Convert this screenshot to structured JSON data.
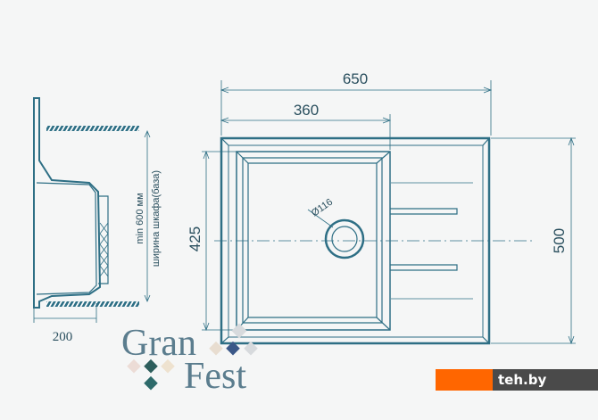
{
  "dimensions": {
    "total_width": "650",
    "bowl_width": "360",
    "total_depth": "500",
    "bowl_depth": "425",
    "side_depth": "200",
    "drain_diameter": "Ø116",
    "cabinet_min": "min 600 мм",
    "cabinet_label": "ширина шкафа(база)"
  },
  "logo": {
    "line1": "Gran",
    "line2": "Fest"
  },
  "watermark": {
    "text": "teh.by"
  },
  "colors": {
    "line": "#2e6f85",
    "logo": "#5b7d8e",
    "watermark_orange": "#ff6600"
  }
}
